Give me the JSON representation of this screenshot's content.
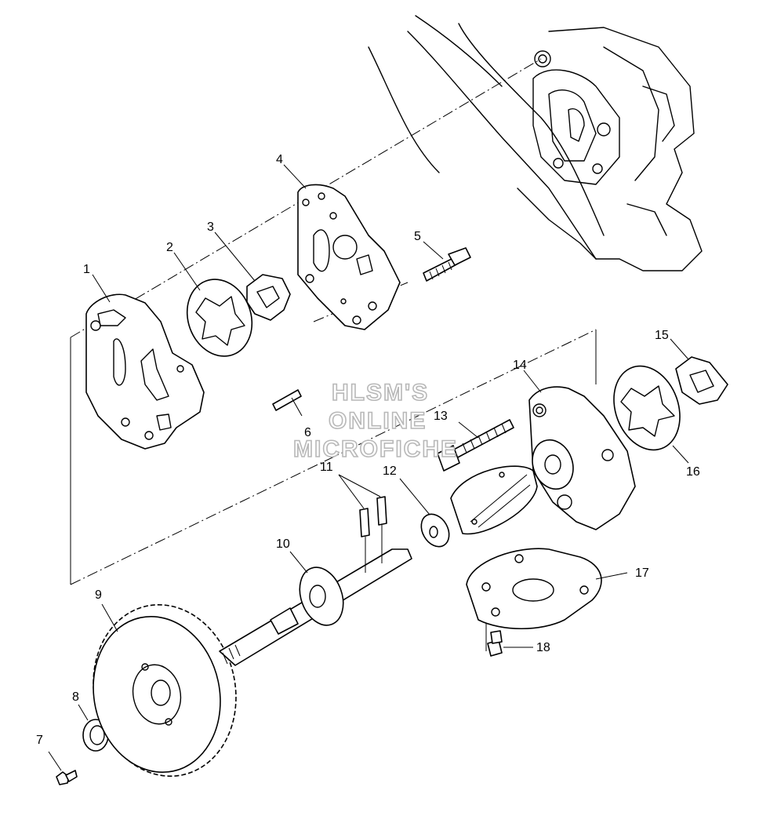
{
  "watermark": {
    "line1": "HLSM'S",
    "line2": "ONLINE",
    "line3": "MICROFICHE"
  },
  "callouts": [
    "1",
    "2",
    "3",
    "4",
    "5",
    "6",
    "7",
    "8",
    "9",
    "10",
    "11",
    "12",
    "13",
    "14",
    "15",
    "16",
    "17",
    "18"
  ],
  "colors": {
    "line": "#000000",
    "background": "#ffffff",
    "watermark_outline": "#b8b8b8"
  }
}
